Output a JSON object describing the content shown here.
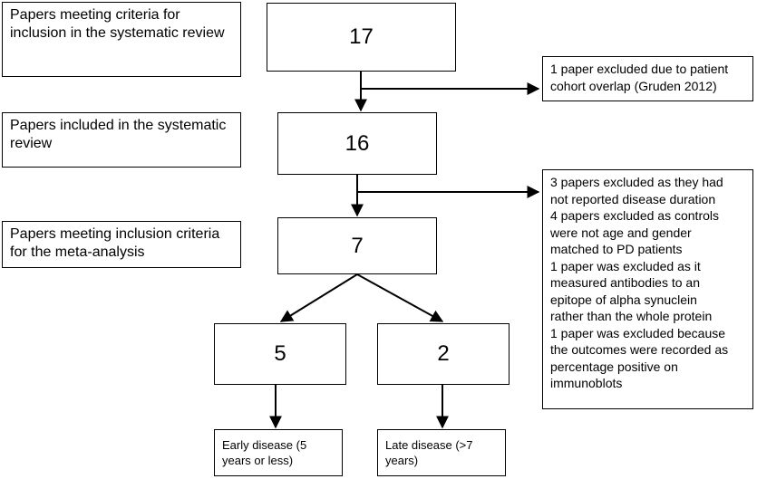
{
  "stages": [
    {
      "label": "Papers meeting criteria for inclusion in the systematic review",
      "count": "17"
    },
    {
      "label": "Papers included in the systematic review",
      "count": "16"
    },
    {
      "label": "Papers meeting inclusion criteria for the meta-analysis",
      "count": "7"
    }
  ],
  "exclusions": [
    {
      "lines": [
        "1 paper excluded due to patient",
        "cohort overlap (Gruden 2012)"
      ]
    },
    {
      "lines": [
        "3 papers excluded as they had",
        "not reported disease duration",
        "4 papers excluded as controls",
        "were not age and gender",
        "matched to PD patients",
        "1 paper was excluded as it",
        "measured antibodies to an",
        "epitope of alpha synuclein",
        "rather than the whole protein",
        "1 paper was excluded because",
        "the outcomes were recorded as",
        "percentage positive on",
        "immunoblots"
      ]
    }
  ],
  "splits": [
    {
      "count": "5",
      "outcome_lines": [
        "Early disease (5",
        "years or less)"
      ]
    },
    {
      "count": "2",
      "outcome_lines": [
        "Late disease (>7",
        "years)"
      ]
    }
  ]
}
